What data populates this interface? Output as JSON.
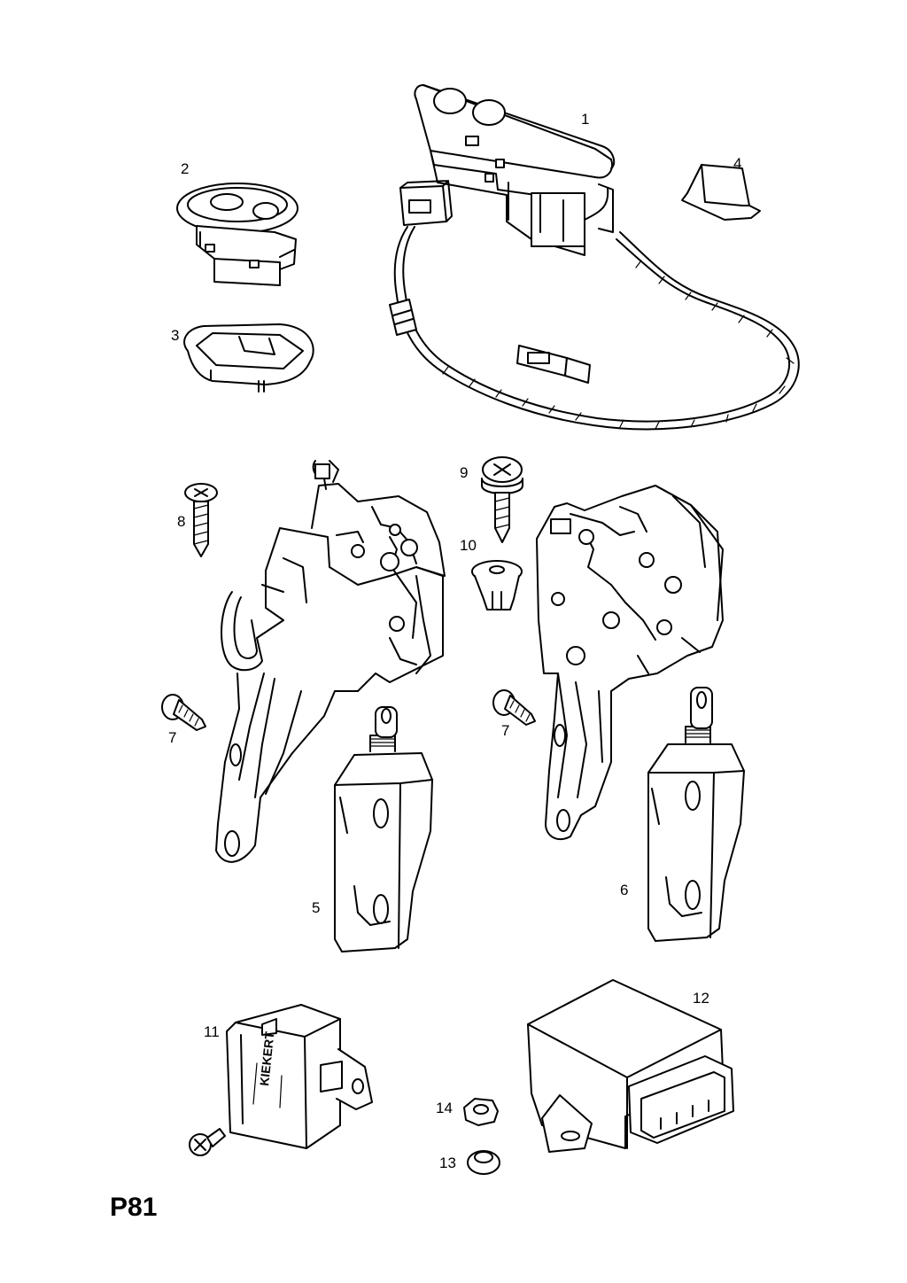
{
  "diagram": {
    "page_code": "P81",
    "label_text": "KIEKERT",
    "callouts": {
      "c1": "1",
      "c2": "2",
      "c3": "3",
      "c4": "4",
      "c5": "5",
      "c6": "6",
      "c7a": "7",
      "c7b": "7",
      "c8": "8",
      "c9": "9",
      "c10": "10",
      "c11": "11",
      "c12": "12",
      "c13": "13",
      "c14": "14"
    }
  }
}
